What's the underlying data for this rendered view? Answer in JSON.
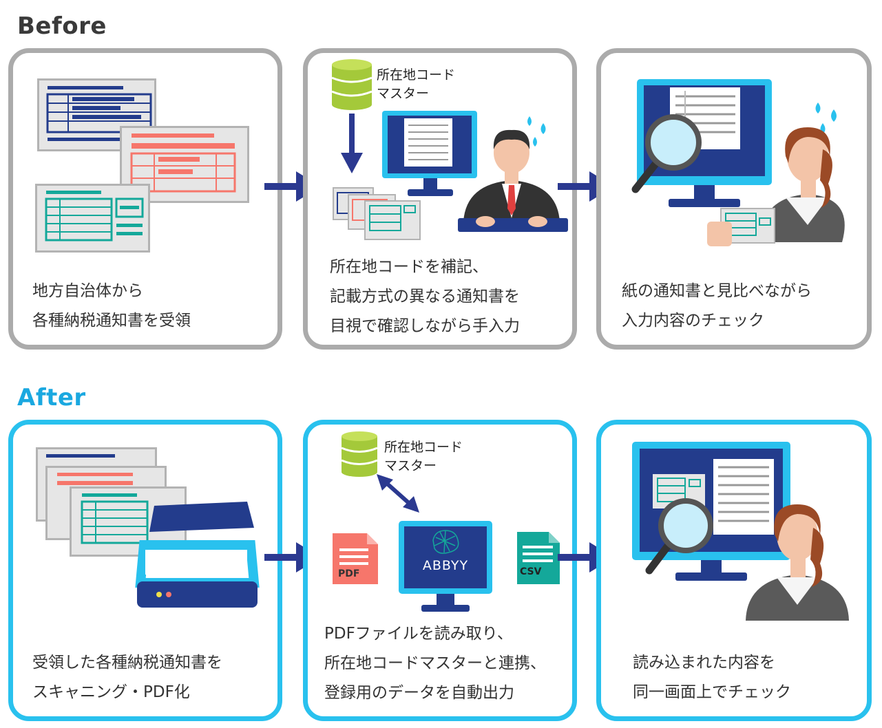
{
  "before": {
    "title": "Before",
    "title_color": "#3a3a3a",
    "border_color": "#ababab",
    "steps": [
      {
        "line1": "地方自治体から",
        "line2": "各種納税通知書を受領"
      },
      {
        "label1": "所在地コード",
        "label2": "マスター",
        "line1": "所在地コードを補記、",
        "line2": "記載方式の異なる通知書を",
        "line3": "目視で確認しながら手入力"
      },
      {
        "line1": "紙の通知書と見比べながら",
        "line2": "入力内容のチェック"
      }
    ]
  },
  "after": {
    "title": "After",
    "title_color": "#1aa8e0",
    "border_color": "#29c1ee",
    "steps": [
      {
        "line1": "受領した各種納税通知書を",
        "line2": "スキャニング・PDF化"
      },
      {
        "label1": "所在地コード",
        "label2": "マスター",
        "pdf_label": "PDF",
        "brand": "ABBYY",
        "csv_label": "CSV",
        "line1": "PDFファイルを読み取り、",
        "line2": "所在地コードマスターと連携、",
        "line3": "登録用のデータを自動出力"
      },
      {
        "line1": "読み込まれた内容を",
        "line2": "同一画面上でチェック"
      }
    ]
  },
  "colors": {
    "arrow": "#2b3990",
    "navy_doc": "#233c8c",
    "salmon_doc": "#f6766b",
    "teal_doc": "#14a89a",
    "monitor_frame": "#29c1ee",
    "monitor_screen": "#233c8c",
    "database": "#a4c93a"
  },
  "icons": [
    "document-stack-icon",
    "database-icon",
    "monitor-icon",
    "businessman-icon",
    "sweat-drops-icon",
    "magnifier-icon",
    "woman-icon",
    "scanner-icon",
    "pdf-file-icon",
    "csv-file-icon",
    "abbyy-brain-icon"
  ]
}
